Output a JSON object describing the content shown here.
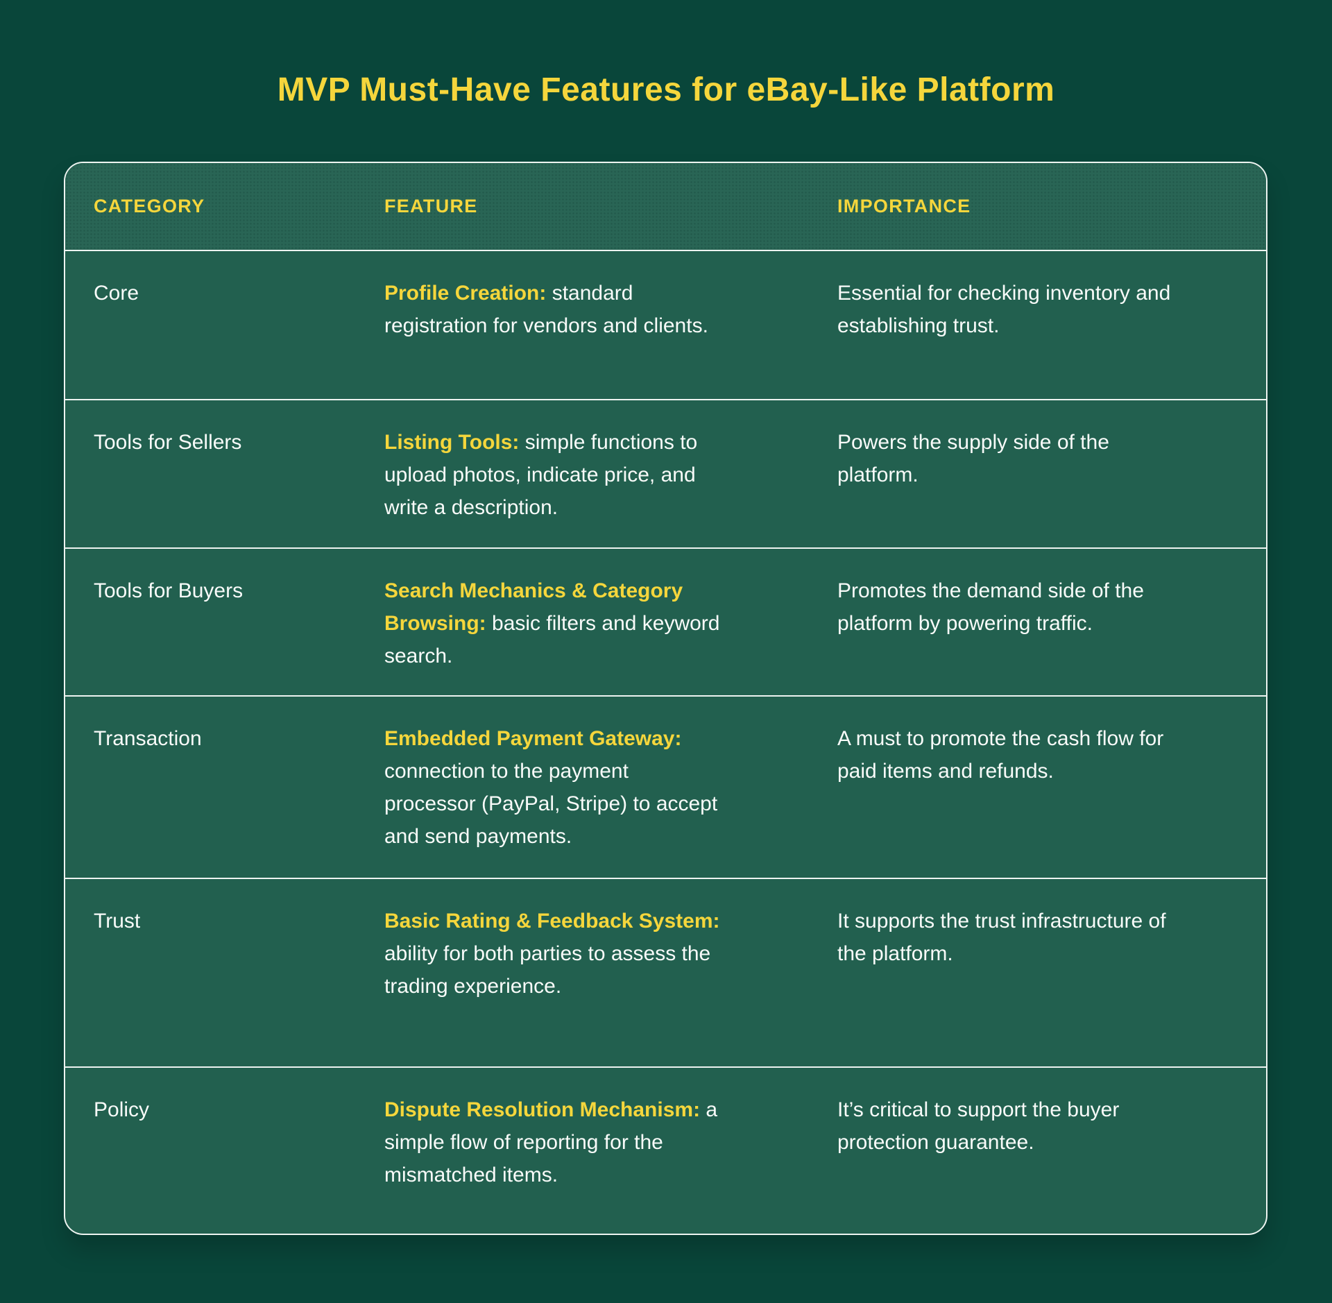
{
  "title": "MVP Must-Have Features for eBay-Like Platform",
  "colors": {
    "page_background": "#09463a",
    "card_background": "#22604f",
    "header_background": "#296555",
    "accent_yellow": "#f5d63c",
    "text_white": "#f8fbf9",
    "border": "#eef4f1"
  },
  "table": {
    "headers": [
      "CATEGORY",
      "FEATURE",
      "IMPORTANCE"
    ],
    "rows": [
      {
        "category": "Core",
        "feature_highlight": "Profile Creation:",
        "feature_rest": " standard\nregistration for vendors and clients.",
        "importance": "Essential for checking inventory and\nestablishing trust."
      },
      {
        "category": "Tools for Sellers",
        "feature_highlight": "Listing Tools:",
        "feature_rest": " simple functions to\nupload photos, indicate price, and\nwrite a description.",
        "importance": "Powers the supply side of the\nplatform."
      },
      {
        "category": "Tools for Buyers",
        "feature_highlight": "Search Mechanics & Category\nBrowsing:",
        "feature_rest": " basic filters and keyword\nsearch.",
        "importance": "Promotes the demand side of the\nplatform by powering traffic."
      },
      {
        "category": "Transaction",
        "feature_highlight": "Embedded Payment Gateway:",
        "feature_rest": "\nconnection to the payment\nprocessor (PayPal, Stripe) to accept\nand send payments.",
        "importance": "A must to promote the cash flow for\npaid items and refunds."
      },
      {
        "category": "Trust",
        "feature_highlight": "Basic Rating & Feedback System:",
        "feature_rest": "\nability for both parties to assess the\ntrading experience.",
        "importance": "It supports the trust infrastructure of\nthe platform."
      },
      {
        "category": "Policy",
        "feature_highlight": "Dispute Resolution Mechanism:",
        "feature_rest": " a\nsimple flow of reporting for the\nmismatched items.",
        "importance": "It’s critical to support the buyer\nprotection guarantee."
      }
    ]
  },
  "chart_data": {
    "type": "table",
    "title": "MVP Must-Have Features for eBay-Like Platform",
    "columns": [
      "CATEGORY",
      "FEATURE",
      "IMPORTANCE"
    ],
    "rows": [
      [
        "Core",
        "Profile Creation: standard registration for vendors and clients.",
        "Essential for checking inventory and establishing trust."
      ],
      [
        "Tools for Sellers",
        "Listing Tools: simple functions to upload photos, indicate price, and write a description.",
        "Powers the supply side of the platform."
      ],
      [
        "Tools for Buyers",
        "Search Mechanics & Category Browsing: basic filters and keyword search.",
        "Promotes the demand side of the platform by powering traffic."
      ],
      [
        "Transaction",
        "Embedded Payment Gateway: connection to the payment processor (PayPal, Stripe) to accept and send payments.",
        "A must to promote the cash flow for paid items and refunds."
      ],
      [
        "Trust",
        "Basic Rating & Feedback System: ability for both parties to assess the trading experience.",
        "It supports the trust infrastructure of the platform."
      ],
      [
        "Policy",
        "Dispute Resolution Mechanism: a simple flow of reporting for the mismatched items.",
        "It’s critical to support the buyer protection guarantee."
      ]
    ],
    "legend_position": "none",
    "grid": "horizontal-dividers"
  }
}
